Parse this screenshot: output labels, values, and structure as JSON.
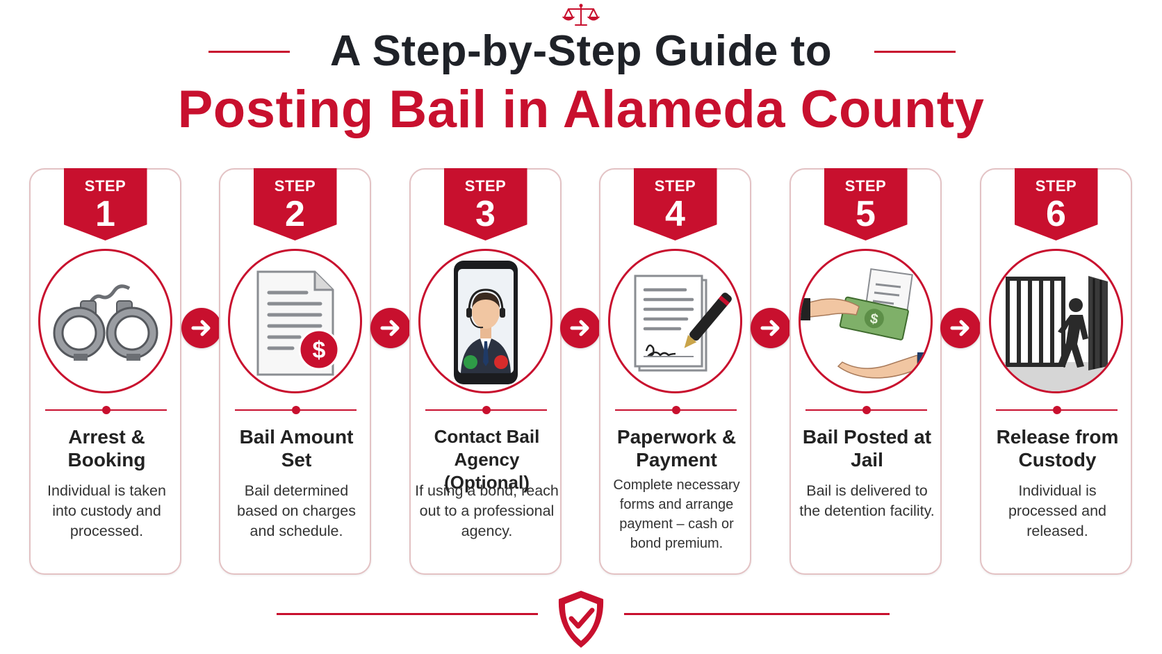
{
  "header": {
    "title_line1": "A Step-by-Step Guide to",
    "title_line2": "Posting Bail in Alameda County"
  },
  "colors": {
    "accent": "#c8102e",
    "text_dark": "#1f2228"
  },
  "steps": [
    {
      "label": "STEP",
      "number": "1",
      "title": "Arrest & Booking",
      "description": "Individual is taken into custody and processed.",
      "icon": "handcuffs-icon"
    },
    {
      "label": "STEP",
      "number": "2",
      "title": "Bail Amount Set",
      "description": "Bail determined based on charges and schedule.",
      "icon": "document-dollar-icon"
    },
    {
      "label": "STEP",
      "number": "3",
      "title": "Contact Bail Agency (Optional)",
      "description": "If using a bond, reach out to a professional agency.",
      "icon": "phone-agent-icon"
    },
    {
      "label": "STEP",
      "number": "4",
      "title": "Paperwork & Payment",
      "description": "Complete necessary forms and arrange payment – cash or bond premium.",
      "icon": "signed-document-pen-icon"
    },
    {
      "label": "STEP",
      "number": "5",
      "title": "Bail Posted at Jail",
      "description": "Bail is delivered to the detention facility.",
      "icon": "money-handoff-icon"
    },
    {
      "label": "STEP",
      "number": "6",
      "title": "Release from Custody",
      "description": "Individual is processed and released.",
      "icon": "jail-release-icon"
    }
  ],
  "icons": {
    "header": "scales-of-justice-icon",
    "footer": "shield-check-icon",
    "connector": "arrow-right-icon"
  }
}
